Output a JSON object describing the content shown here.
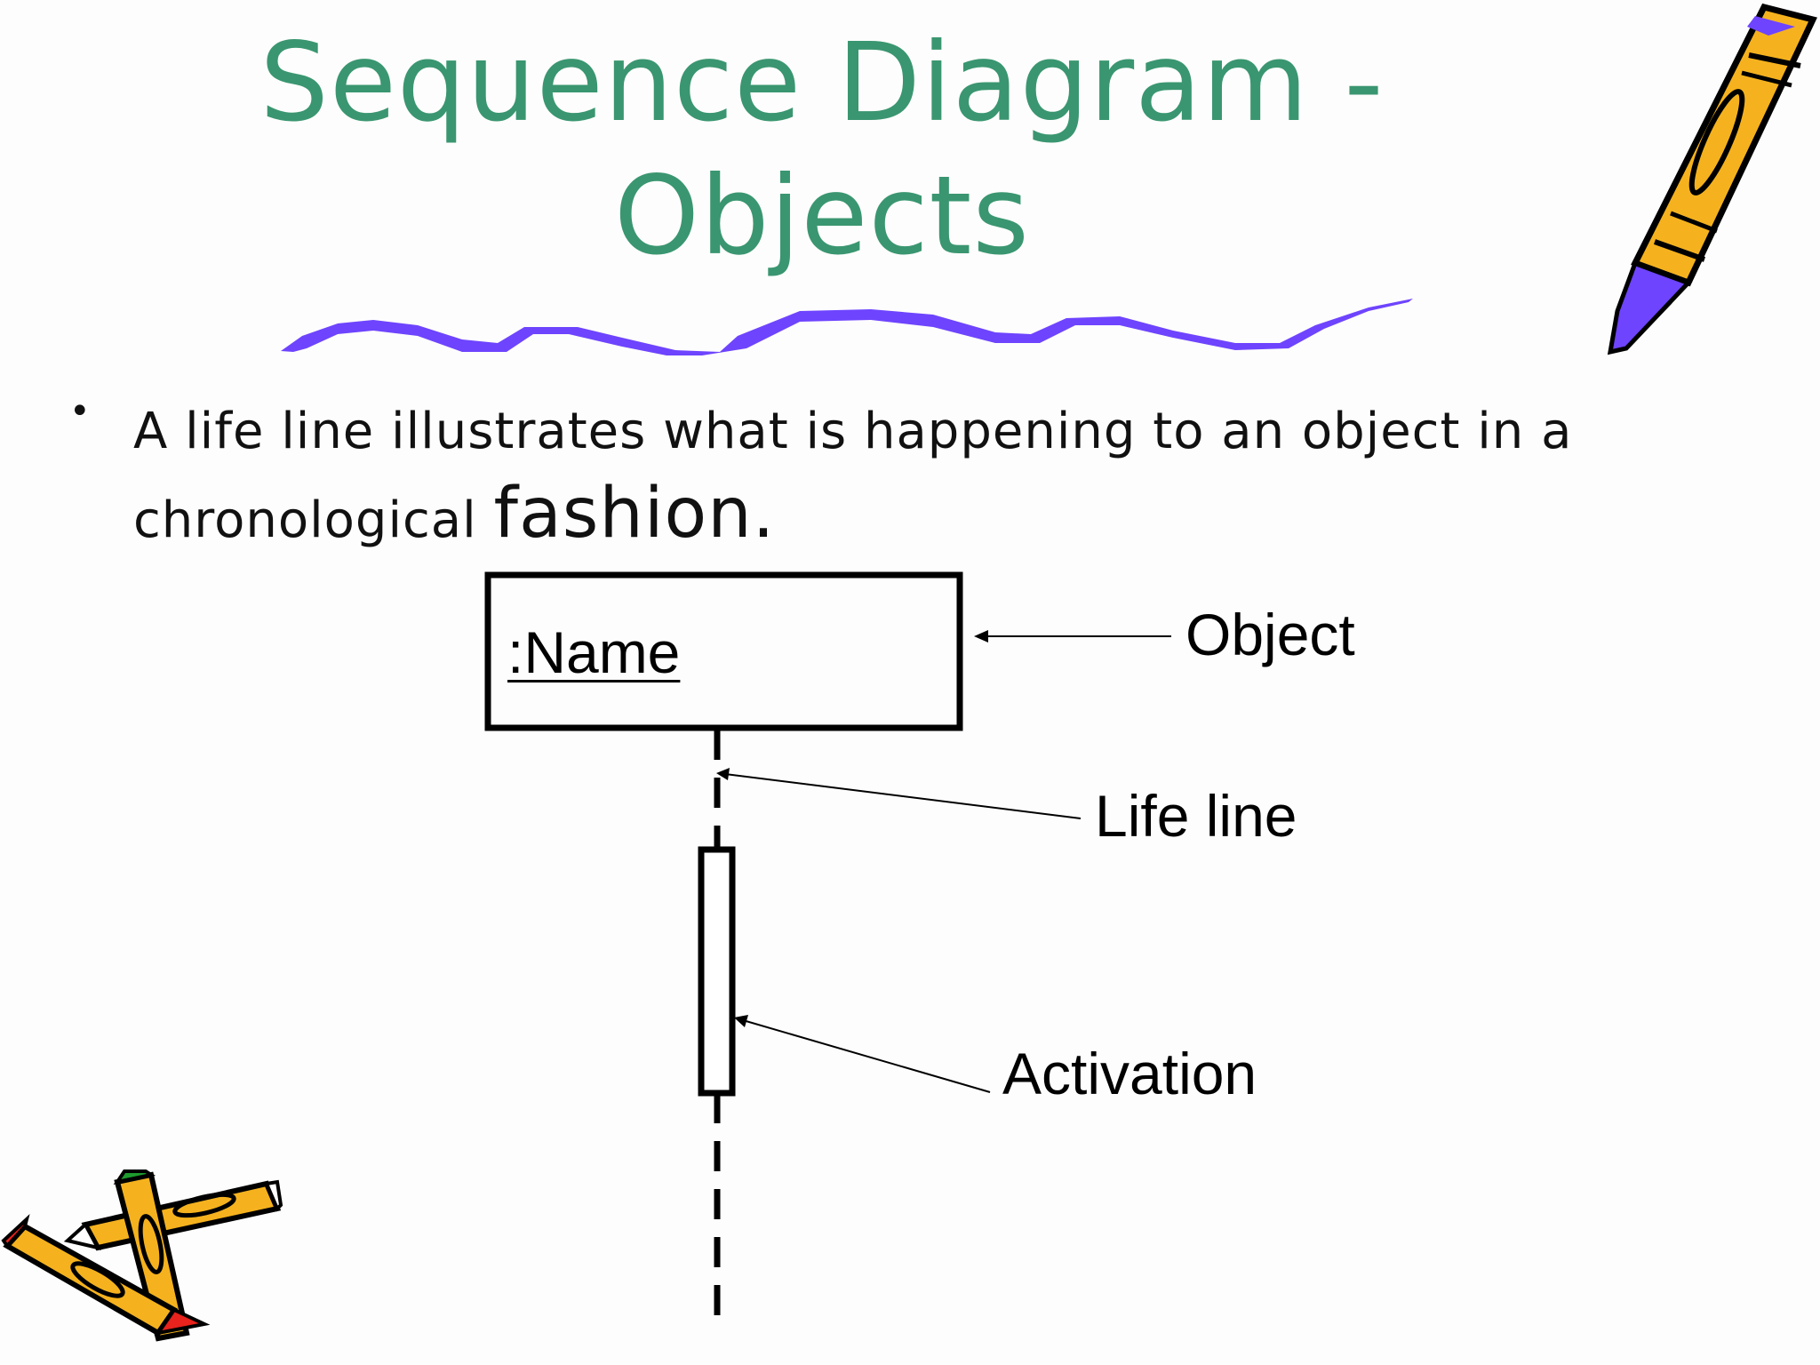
{
  "slide": {
    "title_line1": "Sequence Diagram -",
    "title_line2": "Objects",
    "bullet_bullet": "•",
    "bullet_text_main": "A life line illustrates what is happening to an object in a chronological ",
    "bullet_text_big": "fashion."
  },
  "diagram": {
    "object_name": ":Name",
    "callouts": {
      "object": "Object",
      "lifeline": "Life line",
      "activation": "Activation"
    }
  },
  "colors": {
    "title": "#3a9670",
    "squiggle": "#6e44ff",
    "pencil_body": "#f5b21e",
    "pencil_tip_purple": "#6e44ff",
    "pencil_red": "#e8221c",
    "pencil_green": "#1e9a2e"
  },
  "icons": [
    "pencil-clipart-icon",
    "crossed-pencils-clipart-icon",
    "squiggle-underline"
  ]
}
